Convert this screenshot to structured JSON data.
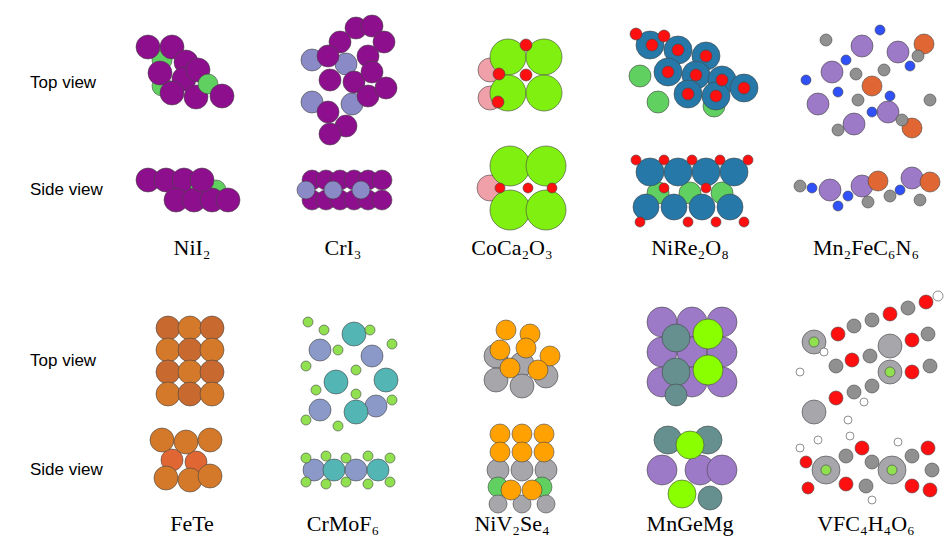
{
  "diagram": {
    "labels": [
      "Top view",
      "Side view",
      "NiI₂",
      "CrI₃",
      "CoCa₂O₃",
      "NiRe₂O₈",
      "Mn₂FeC₆N₆",
      "Top view",
      "Side view",
      "FeTe",
      "CrMoF₆",
      "NiV₂Se₄",
      "MnGeMg",
      "VFC₄H₄O₆"
    ]
  }
}
